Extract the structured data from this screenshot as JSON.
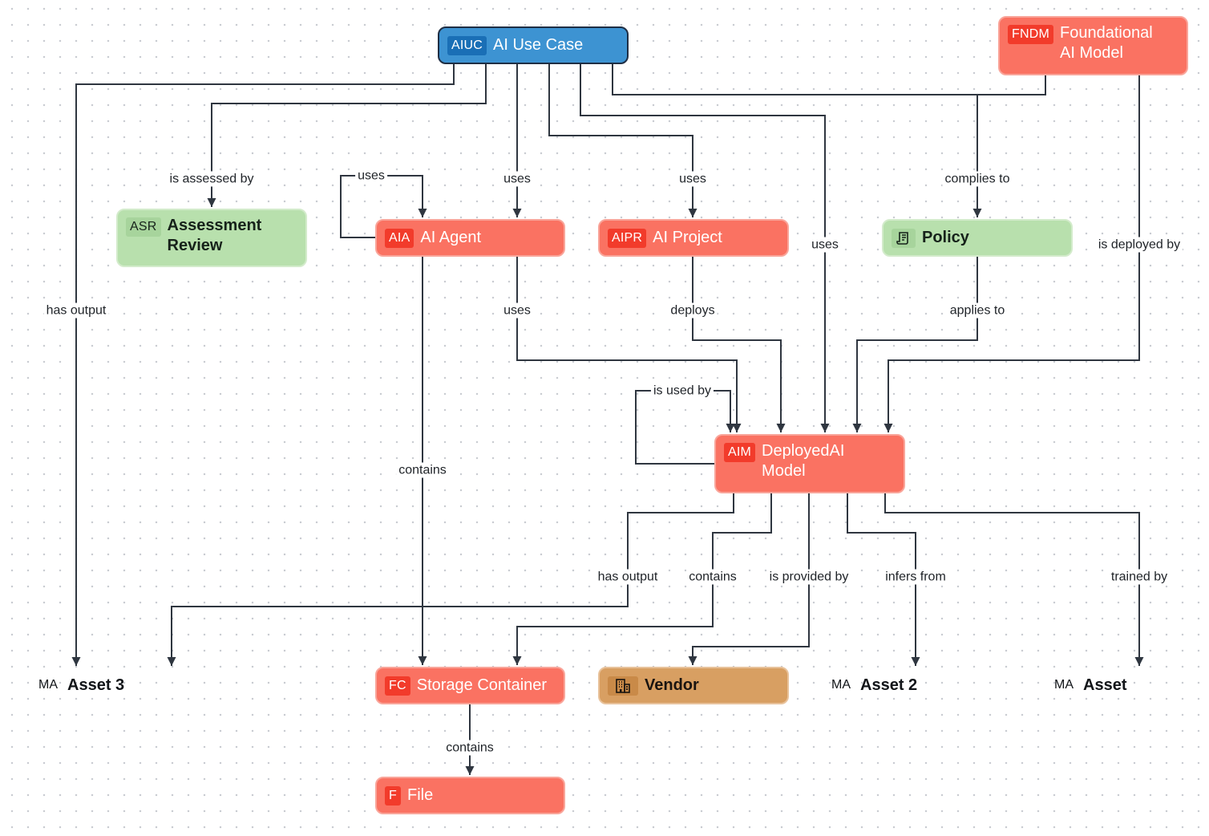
{
  "nodes": {
    "ai_use_case": {
      "badge": "AIUC",
      "label": "AI Use Case"
    },
    "foundational_ai_model": {
      "badge": "FNDM",
      "label": "Foundational\nAI Model"
    },
    "assessment_review": {
      "badge": "ASR",
      "label": "Assessment\nReview"
    },
    "ai_agent": {
      "badge": "AIA",
      "label": "AI Agent"
    },
    "ai_project": {
      "badge": "AIPR",
      "label": "AI Project"
    },
    "policy": {
      "icon": "scroll-icon",
      "label": "Policy"
    },
    "deployed_ai_model": {
      "badge": "AIM",
      "label": "DeployedAI\nModel"
    },
    "storage_container": {
      "badge": "FC",
      "label": "Storage Container"
    },
    "vendor": {
      "icon": "building-icon",
      "label": "Vendor"
    },
    "file": {
      "badge": "F",
      "label": "File"
    },
    "asset_3": {
      "tag": "MA",
      "label": "Asset 3"
    },
    "asset_2": {
      "tag": "MA",
      "label": "Asset 2"
    },
    "asset": {
      "tag": "MA",
      "label": "Asset"
    }
  },
  "edges": [
    {
      "from": "ai_use_case",
      "to": "asset_3",
      "label": "has output"
    },
    {
      "from": "ai_use_case",
      "to": "assessment_review",
      "label": "is assessed by"
    },
    {
      "from": "ai_agent",
      "to": "ai_agent",
      "label": "uses"
    },
    {
      "from": "ai_use_case",
      "to": "ai_agent",
      "label": "uses"
    },
    {
      "from": "ai_use_case",
      "to": "ai_project",
      "label": "uses"
    },
    {
      "from": "ai_use_case",
      "to": "deployed_ai_model",
      "label": "uses"
    },
    {
      "from": "ai_use_case",
      "to": "policy",
      "label": "complies to"
    },
    {
      "from": "foundational_ai_model",
      "to": "deployed_ai_model",
      "label": "is deployed by"
    },
    {
      "from": "ai_agent",
      "to": "deployed_ai_model",
      "label": "uses"
    },
    {
      "from": "ai_agent",
      "to": "storage_container",
      "label": "contains"
    },
    {
      "from": "ai_project",
      "to": "deployed_ai_model",
      "label": "deploys"
    },
    {
      "from": "policy",
      "to": "deployed_ai_model",
      "label": "applies to"
    },
    {
      "from": "deployed_ai_model",
      "to": "deployed_ai_model",
      "label": "is used by"
    },
    {
      "from": "deployed_ai_model",
      "to": "asset_3",
      "label": "has output"
    },
    {
      "from": "deployed_ai_model",
      "to": "storage_container",
      "label": "contains"
    },
    {
      "from": "deployed_ai_model",
      "to": "vendor",
      "label": "is provided by"
    },
    {
      "from": "deployed_ai_model",
      "to": "asset_2",
      "label": "infers from"
    },
    {
      "from": "deployed_ai_model",
      "to": "asset",
      "label": "trained by"
    },
    {
      "from": "storage_container",
      "to": "file",
      "label": "contains"
    }
  ]
}
